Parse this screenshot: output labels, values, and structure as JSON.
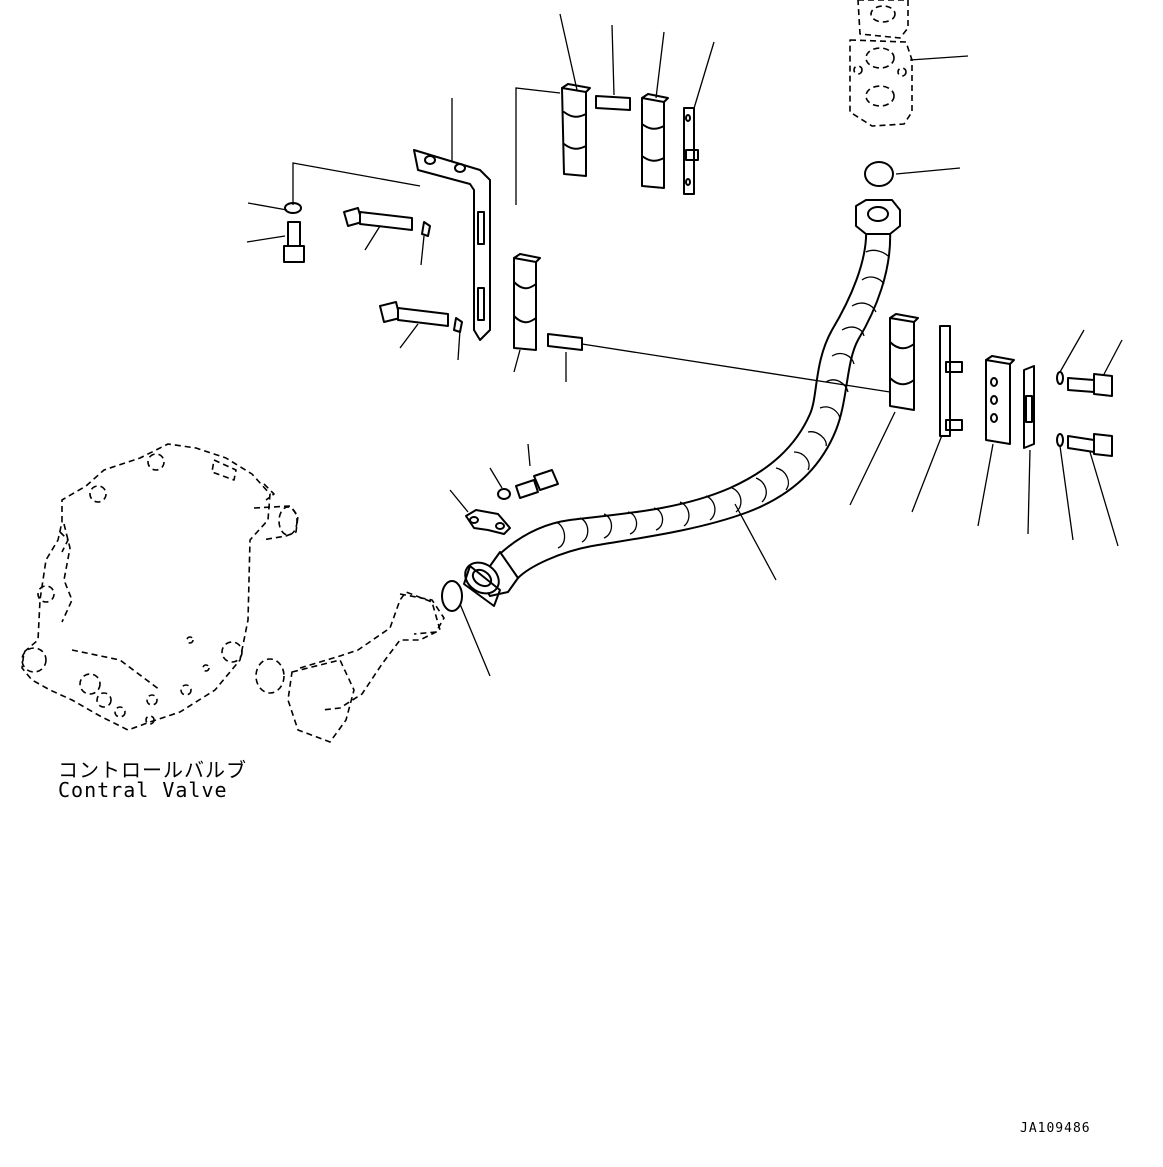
{
  "labels": {
    "control_valve_jp": "コントロールバルブ",
    "control_valve_en": "Contral Valve",
    "drawing_id": "JA109486"
  }
}
